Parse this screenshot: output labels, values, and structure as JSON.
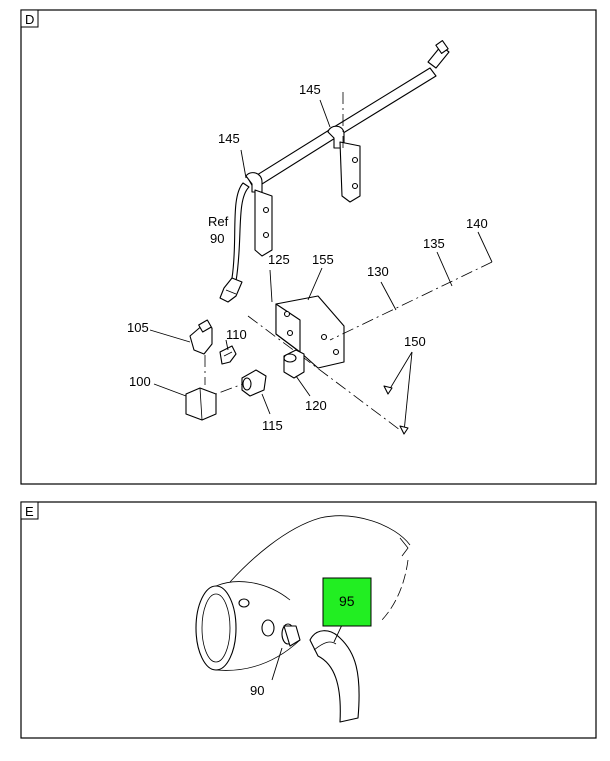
{
  "panel_d": {
    "tag": "D",
    "callouts": {
      "c145a": "145",
      "c145b": "145",
      "ref": "Ref",
      "c90": "90",
      "c125": "125",
      "c155": "155",
      "c130": "130",
      "c135": "135",
      "c140": "140",
      "c105": "105",
      "c110": "110",
      "c150": "150",
      "c100": "100",
      "c115": "115",
      "c120": "120"
    }
  },
  "panel_e": {
    "tag": "E",
    "callouts": {
      "c90": "90"
    },
    "highlight": {
      "label": "95",
      "color": "#22ee22"
    }
  }
}
